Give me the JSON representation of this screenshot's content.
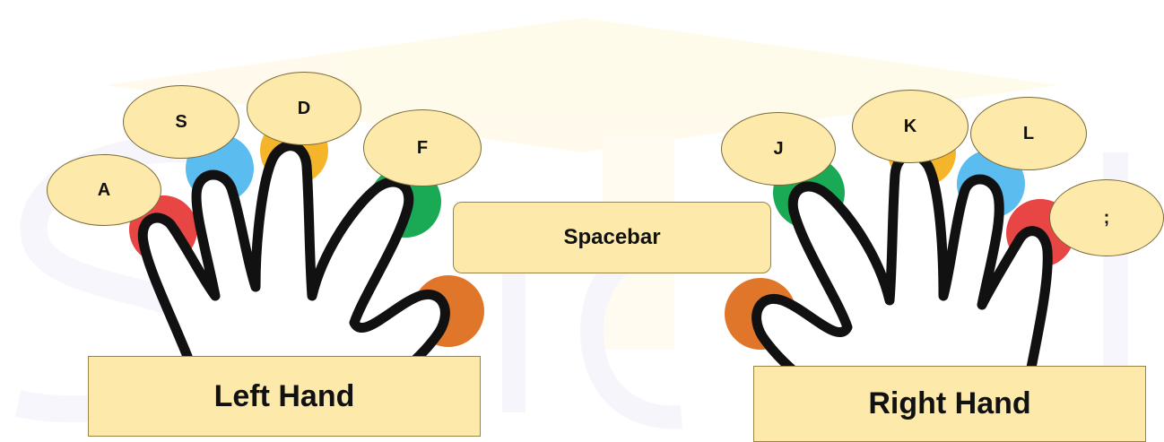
{
  "keys": {
    "a": "A",
    "s": "S",
    "d": "D",
    "f": "F",
    "j": "J",
    "k": "K",
    "l": "L",
    "semicolon": ";"
  },
  "spacebar_label": "Spacebar",
  "left_hand_label": "Left Hand",
  "right_hand_label": "Right Hand",
  "colors": {
    "pinky": "#e84545",
    "ring": "#5bbcf0",
    "middle": "#f5b52a",
    "index": "#1aaa55",
    "thumb": "#e0762a",
    "bubble_fill": "#fde9a9"
  }
}
